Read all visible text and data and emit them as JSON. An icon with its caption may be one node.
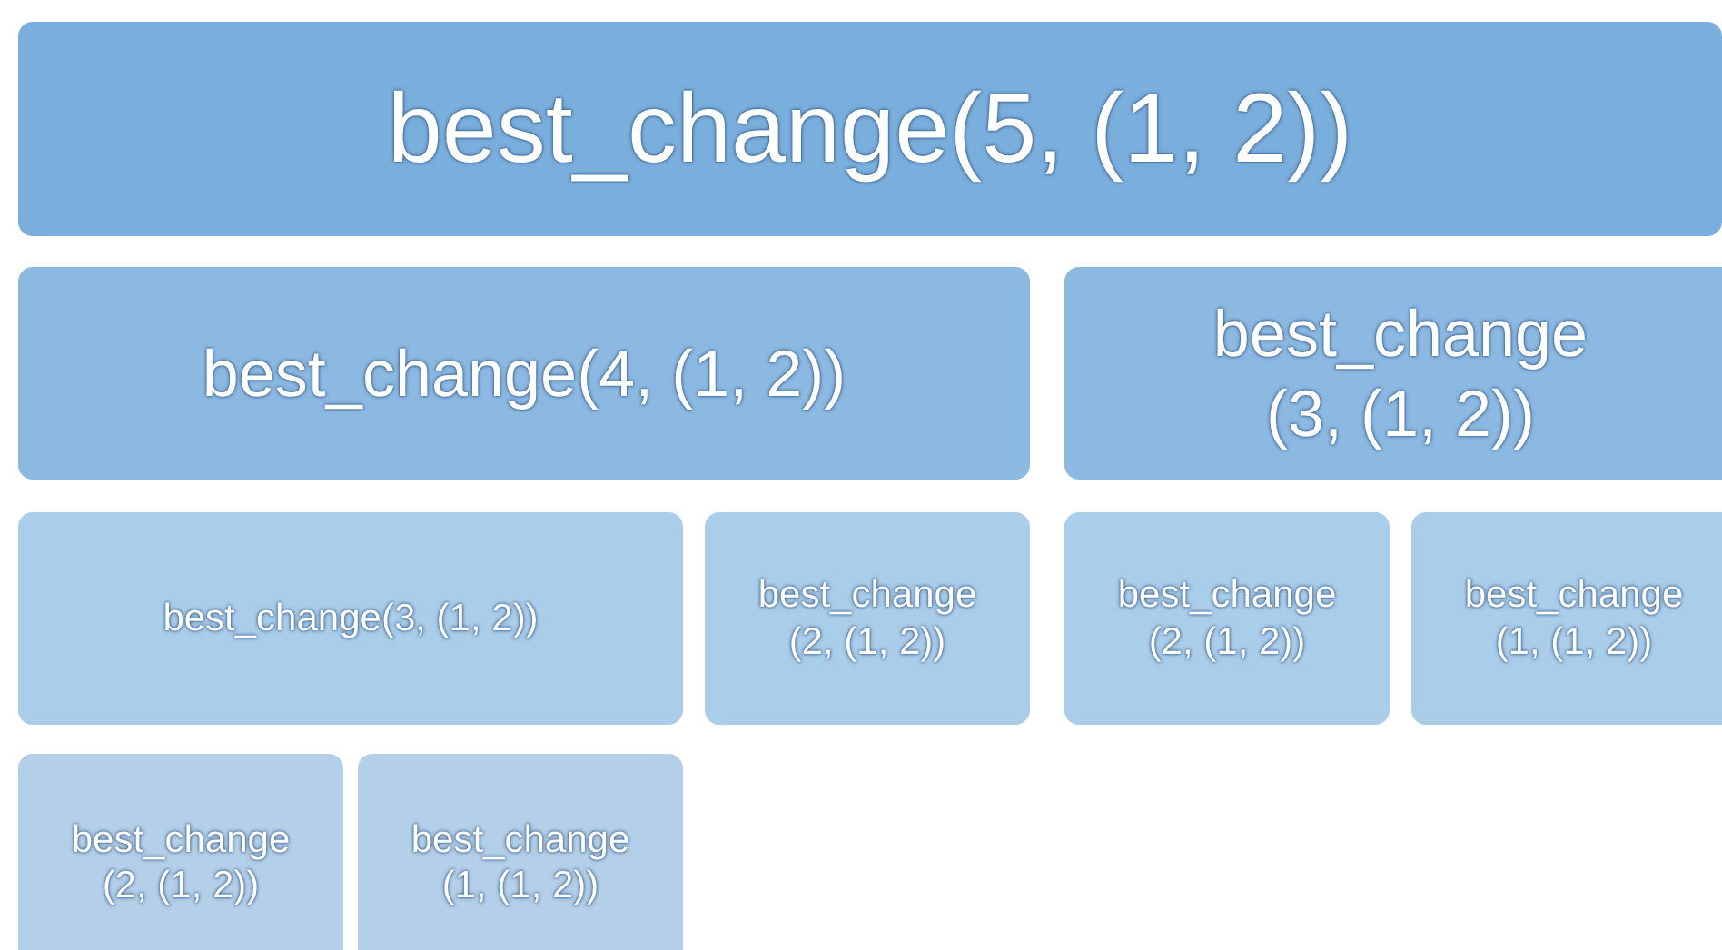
{
  "diagram": {
    "nodes": [
      {
        "text": [
          "best_change(5, (1, 2))"
        ]
      },
      {
        "text": [
          "best_change(4, (1, 2))"
        ]
      },
      {
        "text": [
          "best_change (3, (1, 2))"
        ]
      },
      {
        "text": [
          "best_change(3, (1, 2))"
        ]
      },
      {
        "text": [
          "best_change (2, (1, 2))"
        ]
      },
      {
        "text": [
          "best_change (2, (1, 2))"
        ]
      },
      {
        "text": [
          "best_change (1, (1, 2))"
        ]
      },
      {
        "text": [
          "best_change (2, (1, 2))"
        ]
      },
      {
        "text": [
          "best_change (1, (1, 2))"
        ]
      }
    ]
  }
}
